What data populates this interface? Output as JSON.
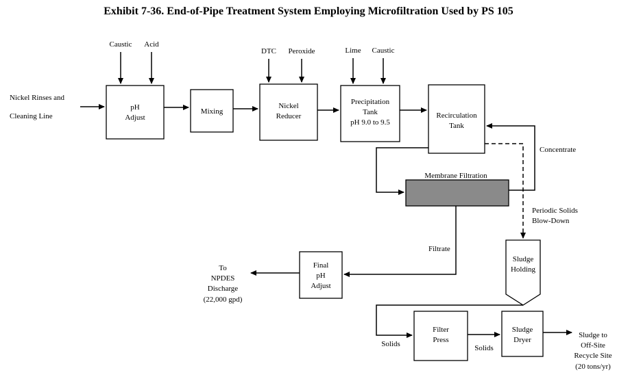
{
  "title": "Exhibit 7-36. End-of-Pipe Treatment System Employing Microfiltration Used by PS 105",
  "inputs": {
    "caustic_1": "Caustic",
    "acid": "Acid",
    "dtc": "DTC",
    "peroxide": "Peroxide",
    "lime": "Lime",
    "caustic_2": "Caustic",
    "source_line1": "Nickel Rinses and",
    "source_line2": "Cleaning Line"
  },
  "boxes": {
    "ph_adjust": [
      "pH",
      "Adjust"
    ],
    "mixing": [
      "Mixing"
    ],
    "nickel_reducer": [
      "Nickel",
      "Reducer"
    ],
    "precipitation_tank": [
      "Precipitation",
      "Tank",
      "pH 9.0 to 9.5"
    ],
    "recirculation_tank": [
      "Recirculation",
      "Tank"
    ],
    "membrane_filtration": "Membrane Filtration",
    "final_ph_adjust": [
      "Final",
      "pH",
      "Adjust"
    ],
    "sludge_holding": [
      "Sludge",
      "Holding"
    ],
    "filter_press": [
      "Filter",
      "Press"
    ],
    "sludge_dryer": [
      "Sludge",
      "Dryer"
    ]
  },
  "flow_labels": {
    "concentrate": "Concentrate",
    "periodic_blowdown": [
      "Periodic Solids",
      "Blow-Down"
    ],
    "filtrate": "Filtrate",
    "solids_1": "Solids",
    "solids_2": "Solids"
  },
  "outputs": {
    "npdes": [
      "To",
      "NPDES",
      "Discharge",
      "(22,000 gpd)"
    ],
    "sludge_offsite": [
      "Sludge to",
      "Off-Site",
      "Recycle Site",
      "(20 tons/yr)"
    ]
  },
  "colors": {
    "membrane_fill": "#8a8a8a",
    "line": "#000000"
  }
}
